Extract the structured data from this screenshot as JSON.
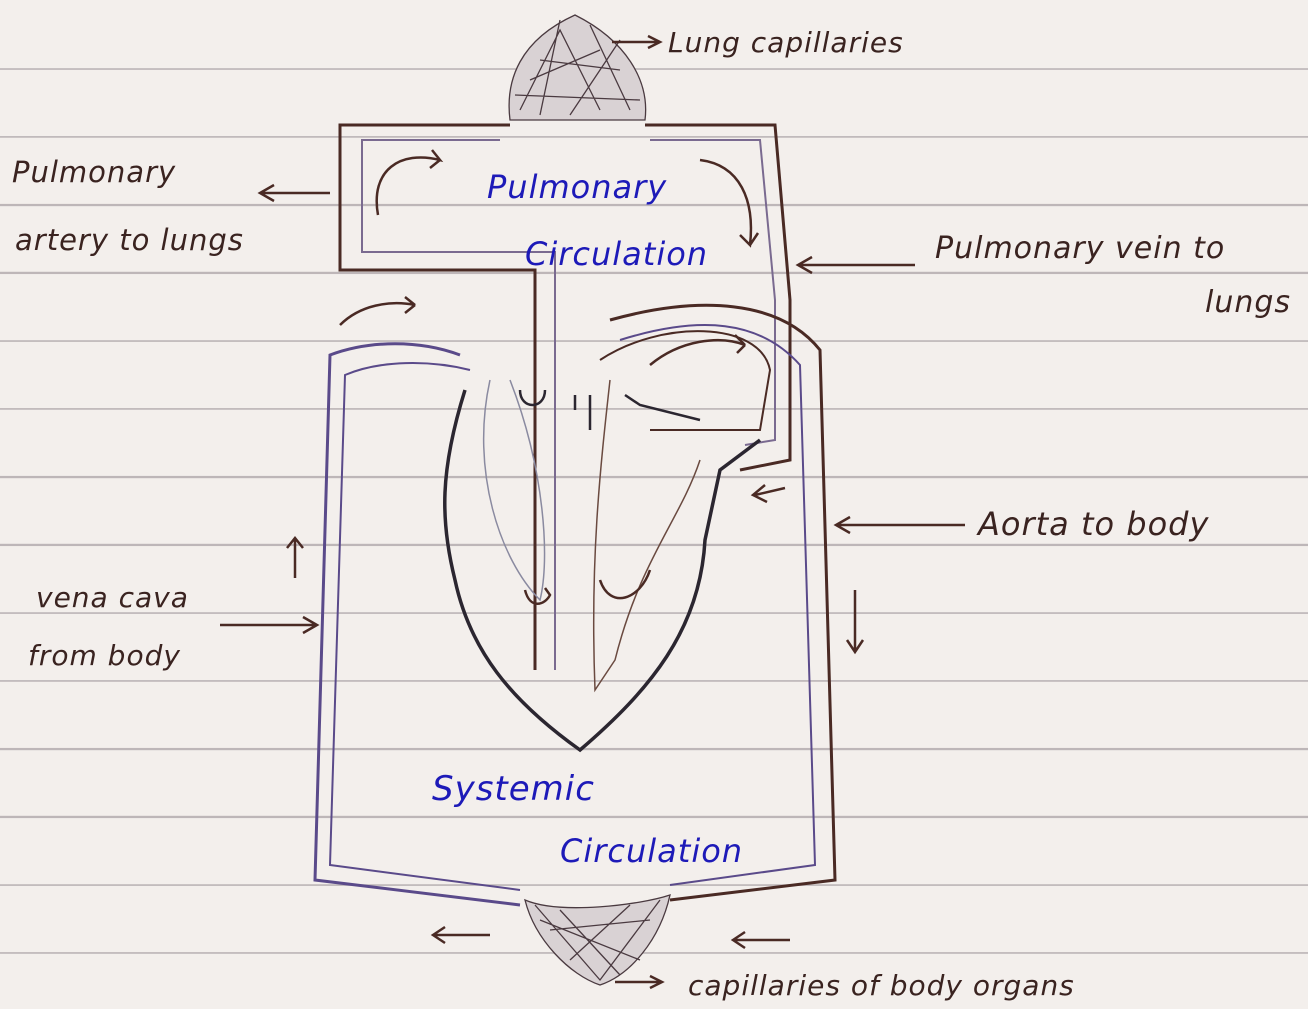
{
  "labels": {
    "lung_capillaries": "Lung capillaries",
    "pulmonary_artery_line1": "Pulmonary",
    "pulmonary_artery_line2": "artery to lungs",
    "pulmonary_vein_line1": "Pulmonary vein to",
    "pulmonary_vein_line2": "lungs",
    "aorta": "Aorta to body",
    "vena_cava_line1": "vena cava",
    "vena_cava_line2": "from body",
    "capillaries_body": "capillaries of body organs"
  },
  "regions": {
    "pulmonary_line1": "Pulmonary",
    "pulmonary_line2": "Circulation",
    "systemic_line1": "Systemic",
    "systemic_line2": "Circulation"
  },
  "colors": {
    "ink_brown": "#4a2a24",
    "ink_blue": "#1d1ab8",
    "vessel_purple": "#5a4a8a",
    "heart_dark": "#2b2630",
    "paper": "#f3efec",
    "ruled_line": "#bdb6b8"
  }
}
